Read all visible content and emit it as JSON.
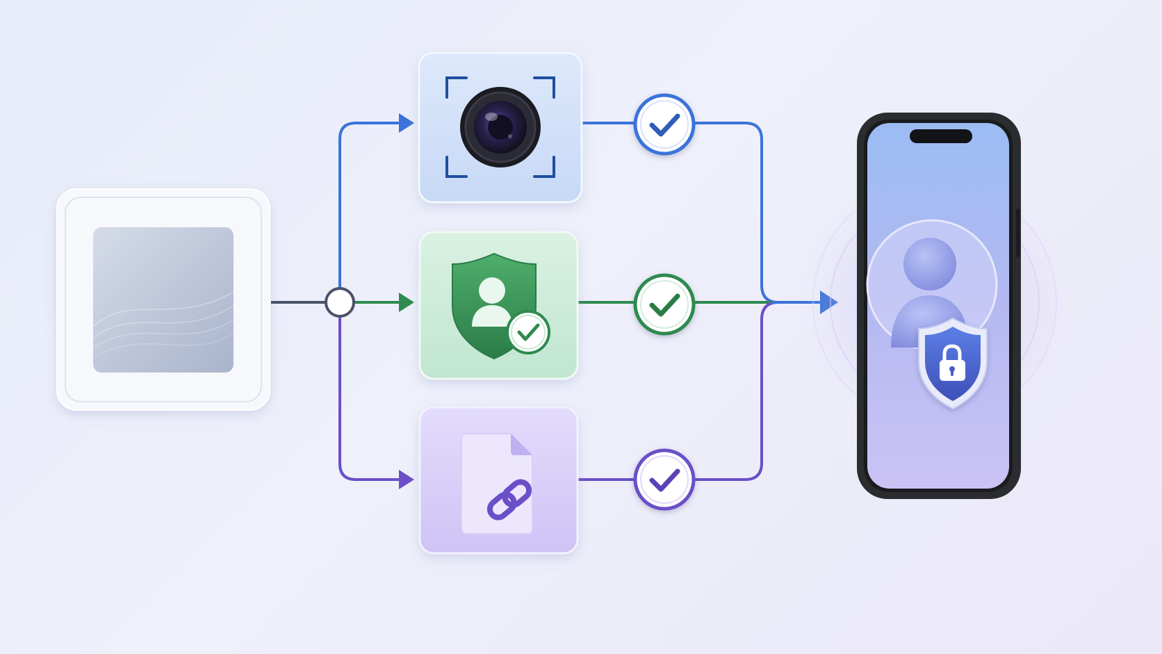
{
  "diagram": {
    "nodes": {
      "source": {
        "role": "placeholder-image",
        "icon": "image-placeholder-icon"
      },
      "branch_camera": {
        "role": "verification-step",
        "icon": "camera-icon",
        "color": "#3b73d9"
      },
      "branch_identity": {
        "role": "verification-step",
        "icon": "shield-user-check-icon",
        "color": "#2f8a4f"
      },
      "branch_document": {
        "role": "verification-step",
        "icon": "document-link-icon",
        "color": "#6a4fc8"
      },
      "target": {
        "role": "mobile-device",
        "icon": "secure-user-icon"
      }
    },
    "edges": [
      {
        "from": "source",
        "to": "branch_camera",
        "status": "check",
        "color": "#3b73d9"
      },
      {
        "from": "source",
        "to": "branch_identity",
        "status": "check",
        "color": "#2f8a4f"
      },
      {
        "from": "source",
        "to": "branch_document",
        "status": "check",
        "color": "#6a4fc8"
      },
      {
        "from": "branch_camera",
        "to": "target"
      },
      {
        "from": "branch_identity",
        "to": "target"
      },
      {
        "from": "branch_document",
        "to": "target"
      }
    ],
    "colors": {
      "trunk": "#4a5268",
      "blue": "#3b73d9",
      "green": "#2f8a4f",
      "purple": "#6a4fc8",
      "phone_frame": "#2b2c30"
    }
  }
}
